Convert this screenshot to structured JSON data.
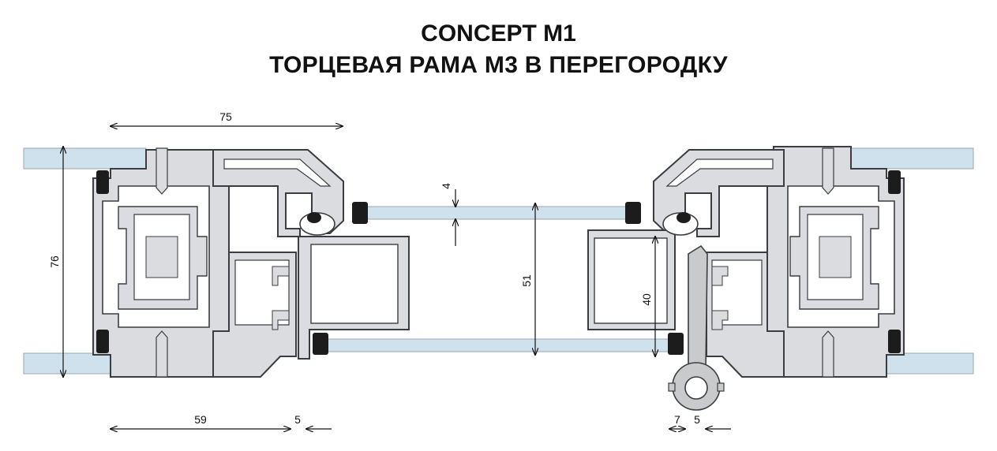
{
  "title": {
    "line1": "CONCEPT M1",
    "line2": "ТОРЦЕВАЯ РАМА М3 В ПЕРЕГОРОДКУ"
  },
  "dimensions": {
    "top_width": "75",
    "height_left": "76",
    "gap": "4",
    "middle_height": "51",
    "right_height": "40",
    "bottom_left": "59",
    "bottom_left_offset": "5",
    "bottom_right_a": "7",
    "bottom_right_b": "5"
  },
  "colors": {
    "aluminium": "#dadcdf",
    "aluminium_stroke": "#3a3d42",
    "glass": "#cfe1ec",
    "gasket": "#1c1c1c",
    "handle": "#c9cacc"
  }
}
